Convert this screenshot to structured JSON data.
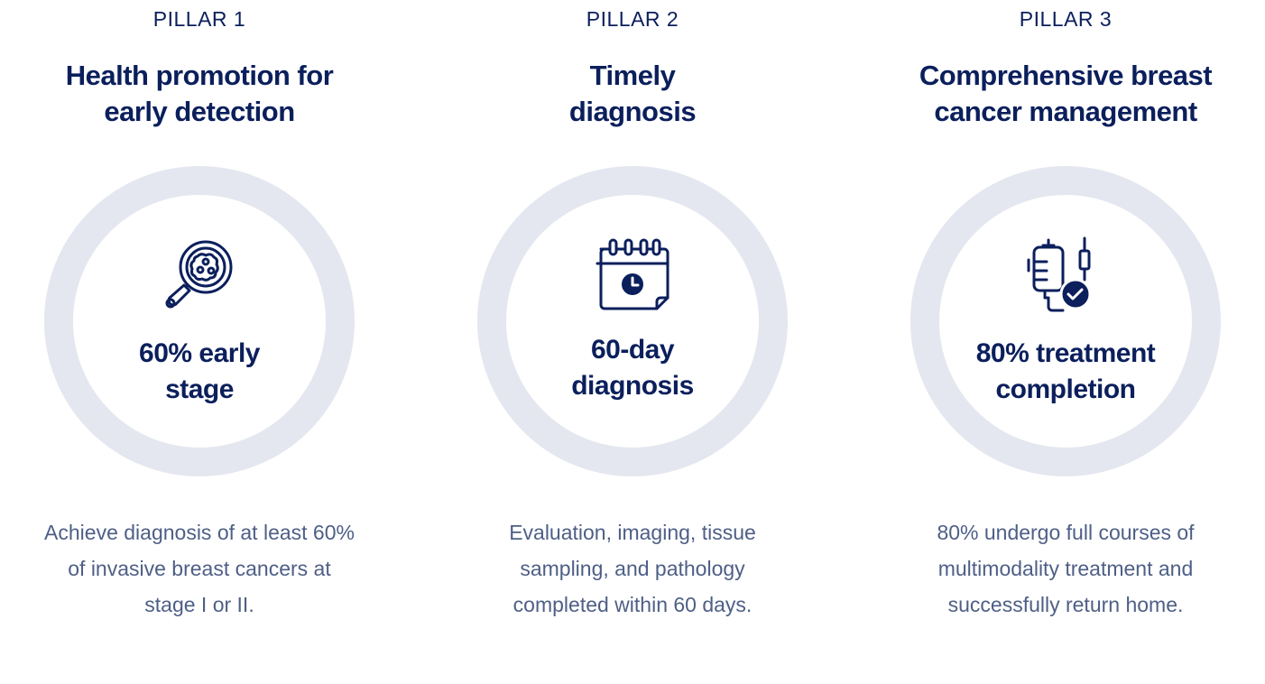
{
  "pillars": [
    {
      "label": "PILLAR 1",
      "title_lines": [
        "Health promotion for",
        "early detection"
      ],
      "icon": "magnifier-cell-icon",
      "metric_lines": [
        "60% early",
        "stage"
      ],
      "description_lines": [
        "Achieve diagnosis of at least 60%",
        "of invasive breast cancers at",
        "stage I or II."
      ]
    },
    {
      "label": "PILLAR 2",
      "title_lines": [
        "Timely",
        "diagnosis"
      ],
      "icon": "calendar-clock-icon",
      "metric_lines": [
        "60-day",
        "diagnosis"
      ],
      "description_lines": [
        "Evaluation, imaging, tissue",
        "sampling, and pathology",
        "completed within 60 days."
      ]
    },
    {
      "label": "PILLAR 3",
      "title_lines": [
        "Comprehensive breast",
        "cancer management"
      ],
      "icon": "iv-drip-check-icon",
      "metric_lines": [
        "80% treatment",
        "completion"
      ],
      "description_lines": [
        "80% undergo full courses of",
        "multimodality treatment and",
        "successfully return home."
      ]
    }
  ],
  "colors": {
    "primary": "#0b1f5c",
    "ring": "#e4e7ef",
    "description": "#4e5f86"
  }
}
